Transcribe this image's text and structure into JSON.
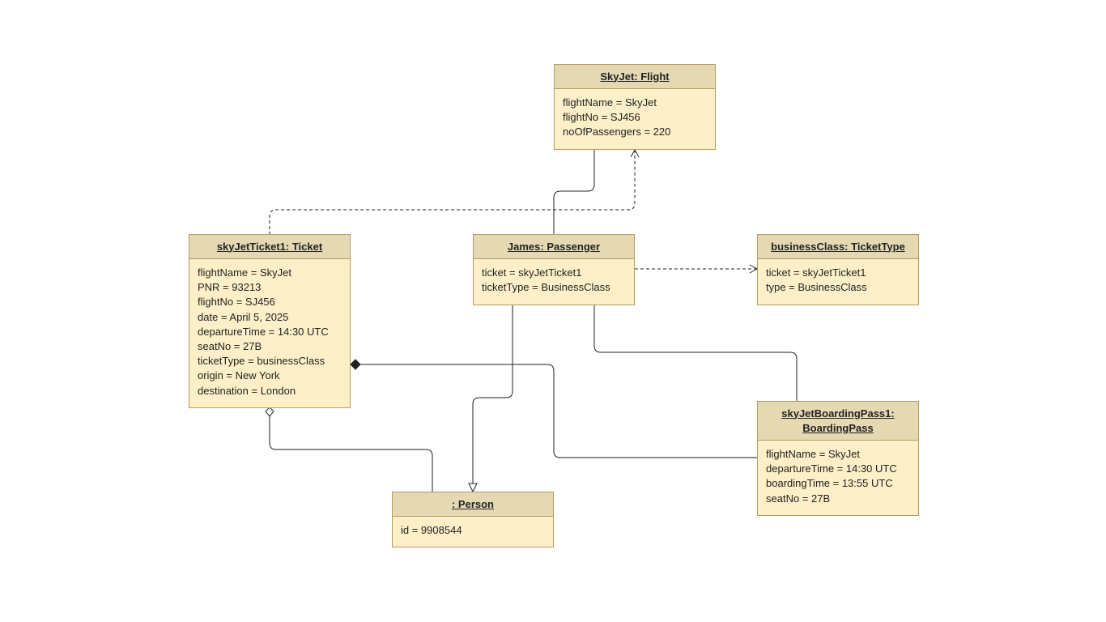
{
  "diagram": {
    "objects": {
      "flight": {
        "title": "SkyJet: Flight",
        "attributes": [
          "flightName = SkyJet",
          "flightNo = SJ456",
          "noOfPassengers = 220"
        ]
      },
      "ticket": {
        "title": "skyJetTicket1: Ticket",
        "attributes": [
          "flightName = SkyJet",
          "PNR = 93213",
          "flightNo = SJ456",
          "date = April 5, 2025",
          "departureTime = 14:30 UTC",
          "seatNo = 27B",
          "ticketType = businessClass",
          "origin = New York",
          "destination = London"
        ]
      },
      "passenger": {
        "title": "James: Passenger",
        "attributes": [
          "ticket = skyJetTicket1",
          "ticketType = BusinessClass"
        ]
      },
      "tickettype": {
        "title": "businessClass: TicketType",
        "attributes": [
          "ticket = skyJetTicket1",
          "type = BusinessClass"
        ]
      },
      "boardingpass": {
        "title_line1": "skyJetBoardingPass1:",
        "title_line2": "BoardingPass",
        "attributes": [
          "flightName = SkyJet",
          "departureTime = 14:30 UTC",
          "boardingTime = 13:55 UTC",
          "seatNo = 27B"
        ]
      },
      "person": {
        "title": ": Person",
        "attributes": [
          "id = 9908544"
        ]
      }
    },
    "colors": {
      "box_fill": "#fdf0c8",
      "header_fill": "#e5d9b4",
      "border": "#b59a60",
      "line": "#222222"
    }
  }
}
